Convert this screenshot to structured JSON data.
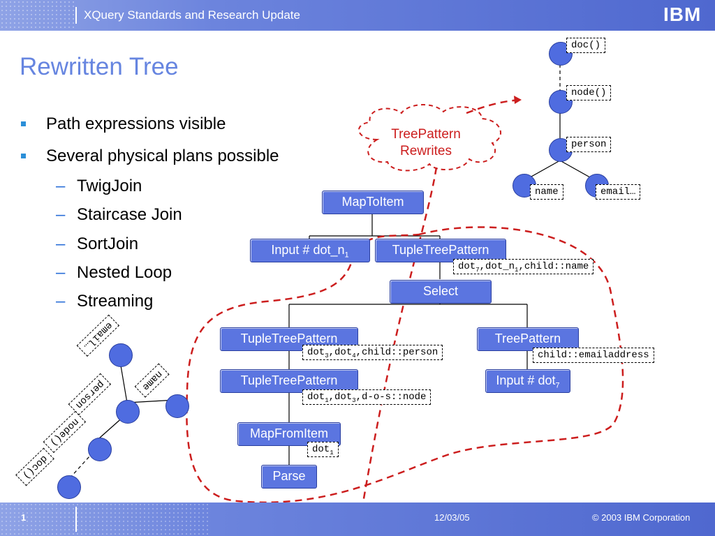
{
  "header": {
    "title": "XQuery Standards and Research Update",
    "logo": "IBM"
  },
  "slide": {
    "title": "Rewritten Tree"
  },
  "bullets": [
    {
      "level": 1,
      "text": "Path expressions visible"
    },
    {
      "level": 1,
      "text": "Several physical plans possible"
    },
    {
      "level": 2,
      "text": "TwigJoin"
    },
    {
      "level": 2,
      "text": "Staircase Join"
    },
    {
      "level": 2,
      "text": "SortJoin"
    },
    {
      "level": 2,
      "text": "Nested Loop"
    },
    {
      "level": 2,
      "text": "Streaming"
    }
  ],
  "cloud": {
    "line1": "TreePattern",
    "line2": "Rewrites"
  },
  "plan": {
    "map_to_item": "MapToItem",
    "input_dot_n1": "Input # dot_n",
    "input_dot_n1_sub": "1",
    "tuple_tree_top": "TupleTreePattern",
    "select": "Select",
    "tuple_tree_left": "TupleTreePattern",
    "tree_pattern": "TreePattern",
    "tuple_tree_lower": "TupleTreePattern",
    "input_dot7": "Input # dot",
    "input_dot7_sub": "7",
    "map_from_item": "MapFromItem",
    "parse": "Parse"
  },
  "tags": {
    "top": {
      "a": "dot",
      "a_sub": "7",
      "b": ",dot_n",
      "b_sub": "1",
      "c": ",child::name"
    },
    "left": {
      "a": "dot",
      "a_sub": "3",
      "b": ",dot",
      "b_sub": "4",
      "c": ",child::person"
    },
    "right": "child::emailaddress",
    "lower": {
      "a": "dot",
      "a_sub": "1",
      "b": ",dot",
      "b_sub": "3",
      "c": ",d-o-s::node"
    },
    "mfi": {
      "a": "dot",
      "a_sub": "1"
    }
  },
  "right_tree": {
    "doc": "doc()",
    "node": "node()",
    "person": "person",
    "name": "name",
    "email": "email…"
  },
  "left_tree": {
    "email": "email…",
    "name": "name",
    "person": "person",
    "node": "node()",
    "doc": "doc()"
  },
  "footer": {
    "page": "1",
    "date": "12/03/05",
    "copyright": "© 2003 IBM Corporation"
  },
  "colors": {
    "accent": "#5b75e0",
    "title": "#6685e0",
    "dashed": "#cc1e1e",
    "header": "#6c84dd"
  }
}
